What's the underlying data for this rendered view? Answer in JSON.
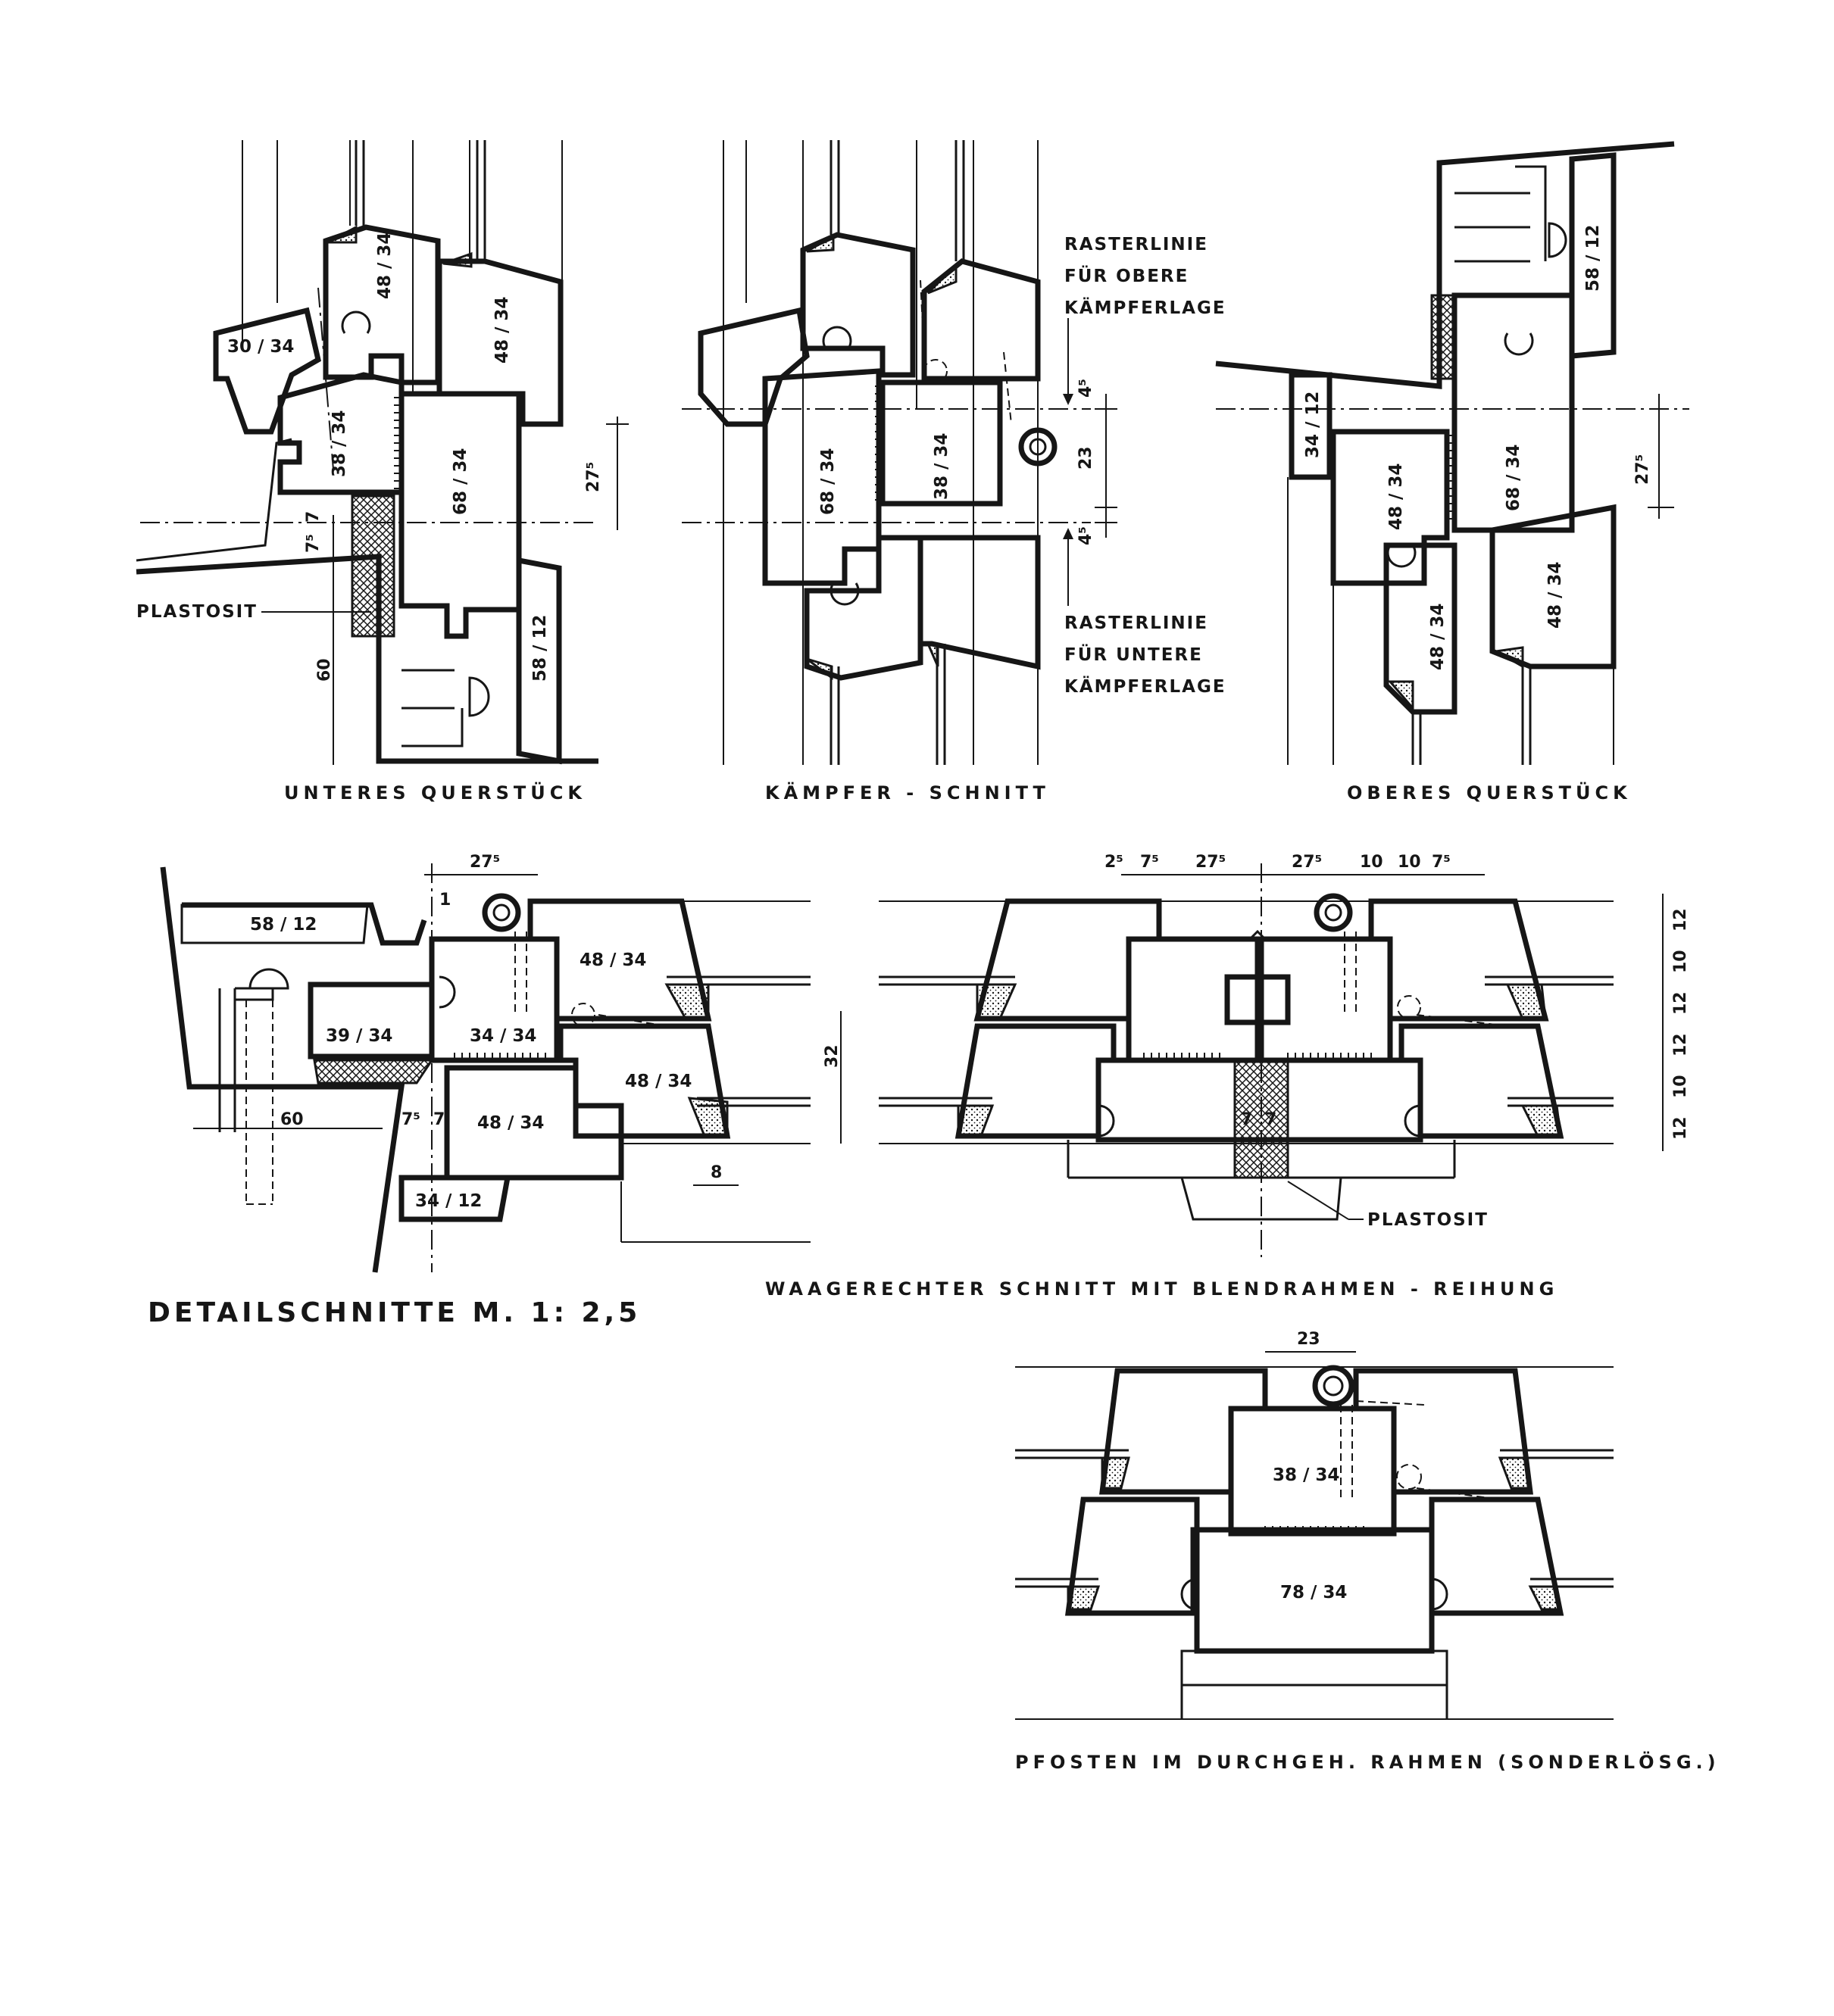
{
  "title": "DETAILSCHNITTE M. 1: 2,5",
  "sections": {
    "unteres": {
      "caption": "UNTERES QUERSTÜCK",
      "profiles": [
        "30 / 34",
        "48 / 34",
        "48 / 34",
        "38 / 34",
        "68 / 34",
        "58 / 12"
      ],
      "labels": [
        "PLASTOSIT"
      ],
      "dims": [
        "27⁵",
        "7⁵",
        "7",
        "60"
      ]
    },
    "kaempfer": {
      "caption": "KÄMPFER - SCHNITT",
      "profiles": [
        "68 / 34",
        "38 / 34"
      ],
      "labels": [
        "RASTERLINIE",
        "FÜR OBERE",
        "KÄMPFERLAGE",
        "RASTERLINIE",
        "FÜR UNTERE",
        "KÄMPFERLAGE"
      ],
      "dims": [
        "4⁵",
        "23",
        "4⁵"
      ]
    },
    "oberes": {
      "caption": "OBERES QUERSTÜCK",
      "profiles": [
        "58 / 12",
        "34 / 12",
        "48 / 34",
        "68 / 34",
        "48 / 34",
        "48 / 34"
      ],
      "dims": [
        "27⁵"
      ]
    },
    "seitlich": {
      "profiles": [
        "58 / 12",
        "48 / 34",
        "39 / 34",
        "34 / 34",
        "48 / 34",
        "48 / 34",
        "34 / 12"
      ],
      "dims": [
        "27⁵",
        "1",
        "60",
        "7⁵",
        "7",
        "32",
        "8"
      ]
    },
    "waagerecht": {
      "caption": "WAAGERECHTER SCHNITT MIT BLENDRAHMEN - REIHUNG",
      "labels": [
        "PLASTOSIT"
      ],
      "dims_top": [
        "2⁵",
        "7⁵",
        "27⁵",
        "27⁵",
        "10",
        "10",
        "7⁵"
      ],
      "dims_right": [
        "12",
        "10",
        "12",
        "12",
        "10",
        "12"
      ],
      "dims_mid": [
        "7",
        "7"
      ]
    },
    "pfosten": {
      "caption": "PFOSTEN IM DURCHGEH. RAHMEN (SONDERLÖSG.)",
      "profiles": [
        "38 / 34",
        "78 / 34"
      ],
      "dims": [
        "23"
      ]
    }
  }
}
